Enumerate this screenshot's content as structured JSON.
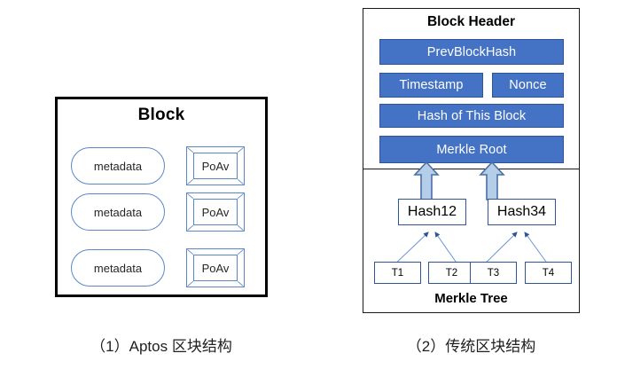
{
  "figure": {
    "title": "Block structure comparison diagram",
    "colors": {
      "header_field_fill": "#4472C4",
      "header_field_border": "#2F5597",
      "node_border": "#2F5597",
      "pill_border": "#5B87C6",
      "arrow_fill": "#B4CDE8",
      "arrow_border": "#4A6FA5",
      "panel_border_left": "#000000",
      "panel_border_right": "#1A1A1A",
      "connector_line": "#4472C4"
    }
  },
  "left_panel": {
    "title": "Block",
    "rows": [
      {
        "metadata_label": "metadata",
        "poav_label": "PoAv"
      },
      {
        "metadata_label": "metadata",
        "poav_label": "PoAv"
      },
      {
        "metadata_label": "metadata",
        "poav_label": "PoAv"
      }
    ],
    "caption": "（1）Aptos 区块结构"
  },
  "right_panel": {
    "header_title": "Block Header",
    "header_fields": [
      {
        "label": "PrevBlockHash",
        "row": 1,
        "span": "full"
      },
      {
        "label": "Timestamp",
        "row": 2,
        "span": "left"
      },
      {
        "label": "Nonce",
        "row": 2,
        "span": "right"
      },
      {
        "label": "Hash of This Block",
        "row": 3,
        "span": "full"
      },
      {
        "label": "Merkle Root",
        "row": 4,
        "span": "full"
      }
    ],
    "merkle_tree": {
      "label": "Merkle Tree",
      "hash_nodes": [
        "Hash12",
        "Hash34"
      ],
      "tx_nodes": [
        "T1",
        "T2",
        "T3",
        "T4"
      ],
      "edges": [
        {
          "from": "T1",
          "to": "Hash12"
        },
        {
          "from": "T2",
          "to": "Hash12"
        },
        {
          "from": "T3",
          "to": "Hash34"
        },
        {
          "from": "T4",
          "to": "Hash34"
        },
        {
          "from": "Hash12",
          "to": "Merkle Root"
        },
        {
          "from": "Hash34",
          "to": "Merkle Root"
        }
      ]
    },
    "caption": "（2）传统区块结构"
  }
}
